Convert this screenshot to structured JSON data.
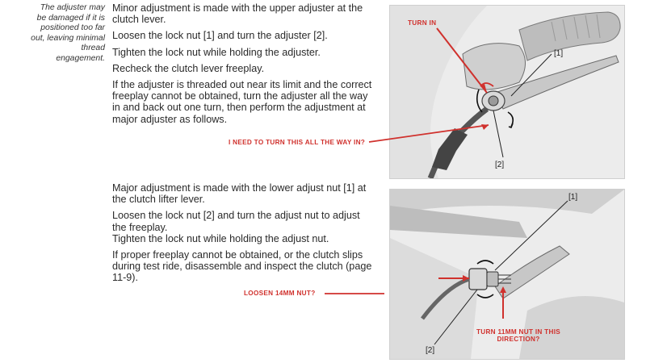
{
  "side_note": {
    "lines": [
      "The adjuster may",
      "be damaged if it is",
      "positioned too far",
      "out, leaving minimal",
      "thread",
      "engagement."
    ]
  },
  "section_upper": {
    "p1": "Minor adjustment is made with the upper adjuster at the clutch lever.",
    "p2": "Loosen the lock nut [1] and turn the adjuster [2].",
    "p3": "Tighten the lock nut while holding the adjuster.",
    "p4": "Recheck the clutch lever freeplay.",
    "p5": "If the adjuster is threaded out near its limit and the correct freeplay cannot be obtained, turn the adjuster all the way in and back out one turn, then perform the adjustment at major adjuster as follows."
  },
  "section_lower": {
    "p1": "Major adjustment is made with the lower adjust nut [1] at the clutch lifter lever.",
    "p2a": "Loosen the lock nut [2] and turn the adjust nut to adjust the freeplay.",
    "p2b": "Tighten the lock nut while holding the adjust nut.",
    "p3": "If proper freeplay cannot be obtained, or the clutch slips during test ride, disassemble and inspect the clutch (page 11-9)."
  },
  "annotations": {
    "turn_in": "TURN IN",
    "turn_all_way": "I NEED TO TURN THIS ALL THE WAY IN?",
    "loosen_nut": "LOOSEN 14MM NUT?",
    "turn_11mm_line1": "TURN 11MM NUT IN THIS",
    "turn_11mm_line2": "DIRECTION?"
  },
  "callouts": {
    "fig1_one": "[1]",
    "fig1_two": "[2]",
    "fig2_one": "[1]",
    "fig2_two": "[2]"
  },
  "colors": {
    "annotation_red": "#d0312d",
    "text": "#2a2a2a"
  }
}
